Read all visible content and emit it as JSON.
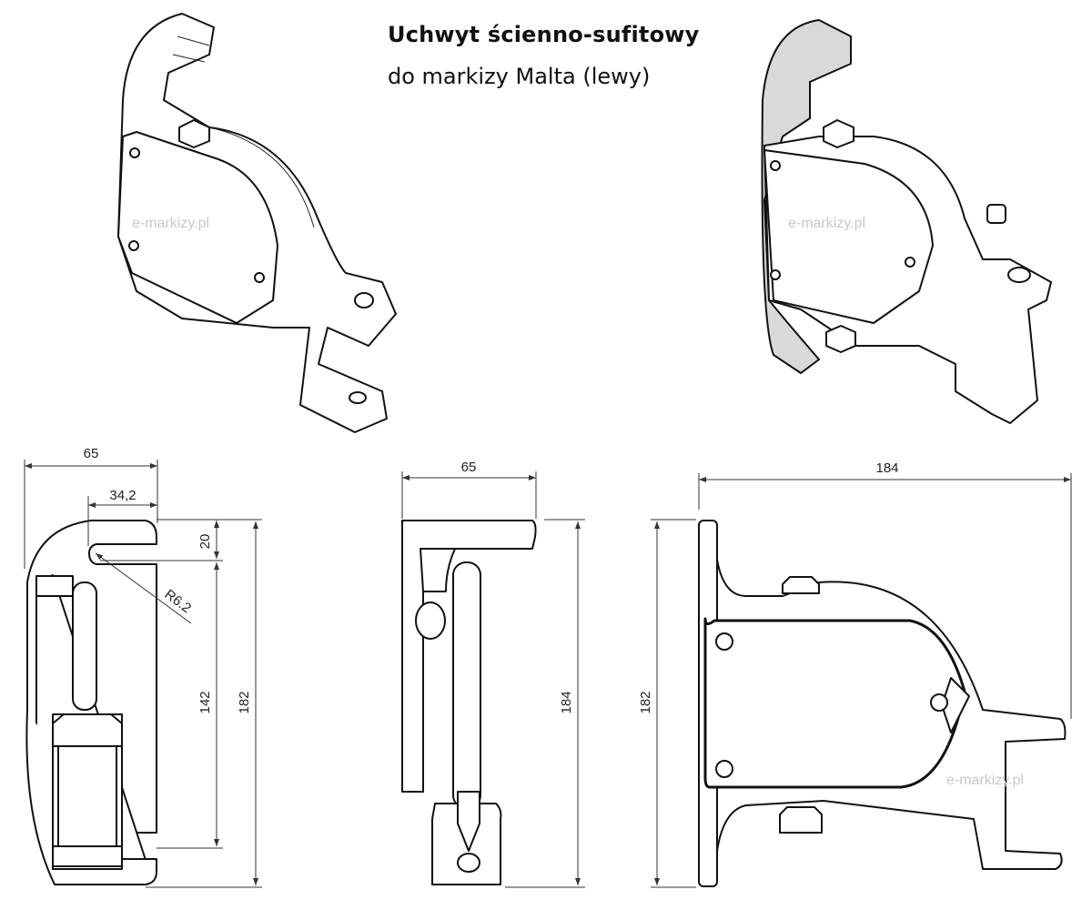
{
  "header": {
    "title": "Uchwyt ścienno-sufitowy",
    "subtitle": "do markizy Malta (lewy)"
  },
  "watermark": "e-markizy.pl",
  "views": {
    "left_view": {
      "width_total": "65",
      "hook_width": "34,2",
      "hook_depth": "20",
      "radius": "R6.2",
      "inner_height": "142",
      "total_height": "182"
    },
    "middle_view": {
      "width": "65",
      "height": "184"
    },
    "right_view": {
      "width": "184",
      "height": "182"
    }
  }
}
